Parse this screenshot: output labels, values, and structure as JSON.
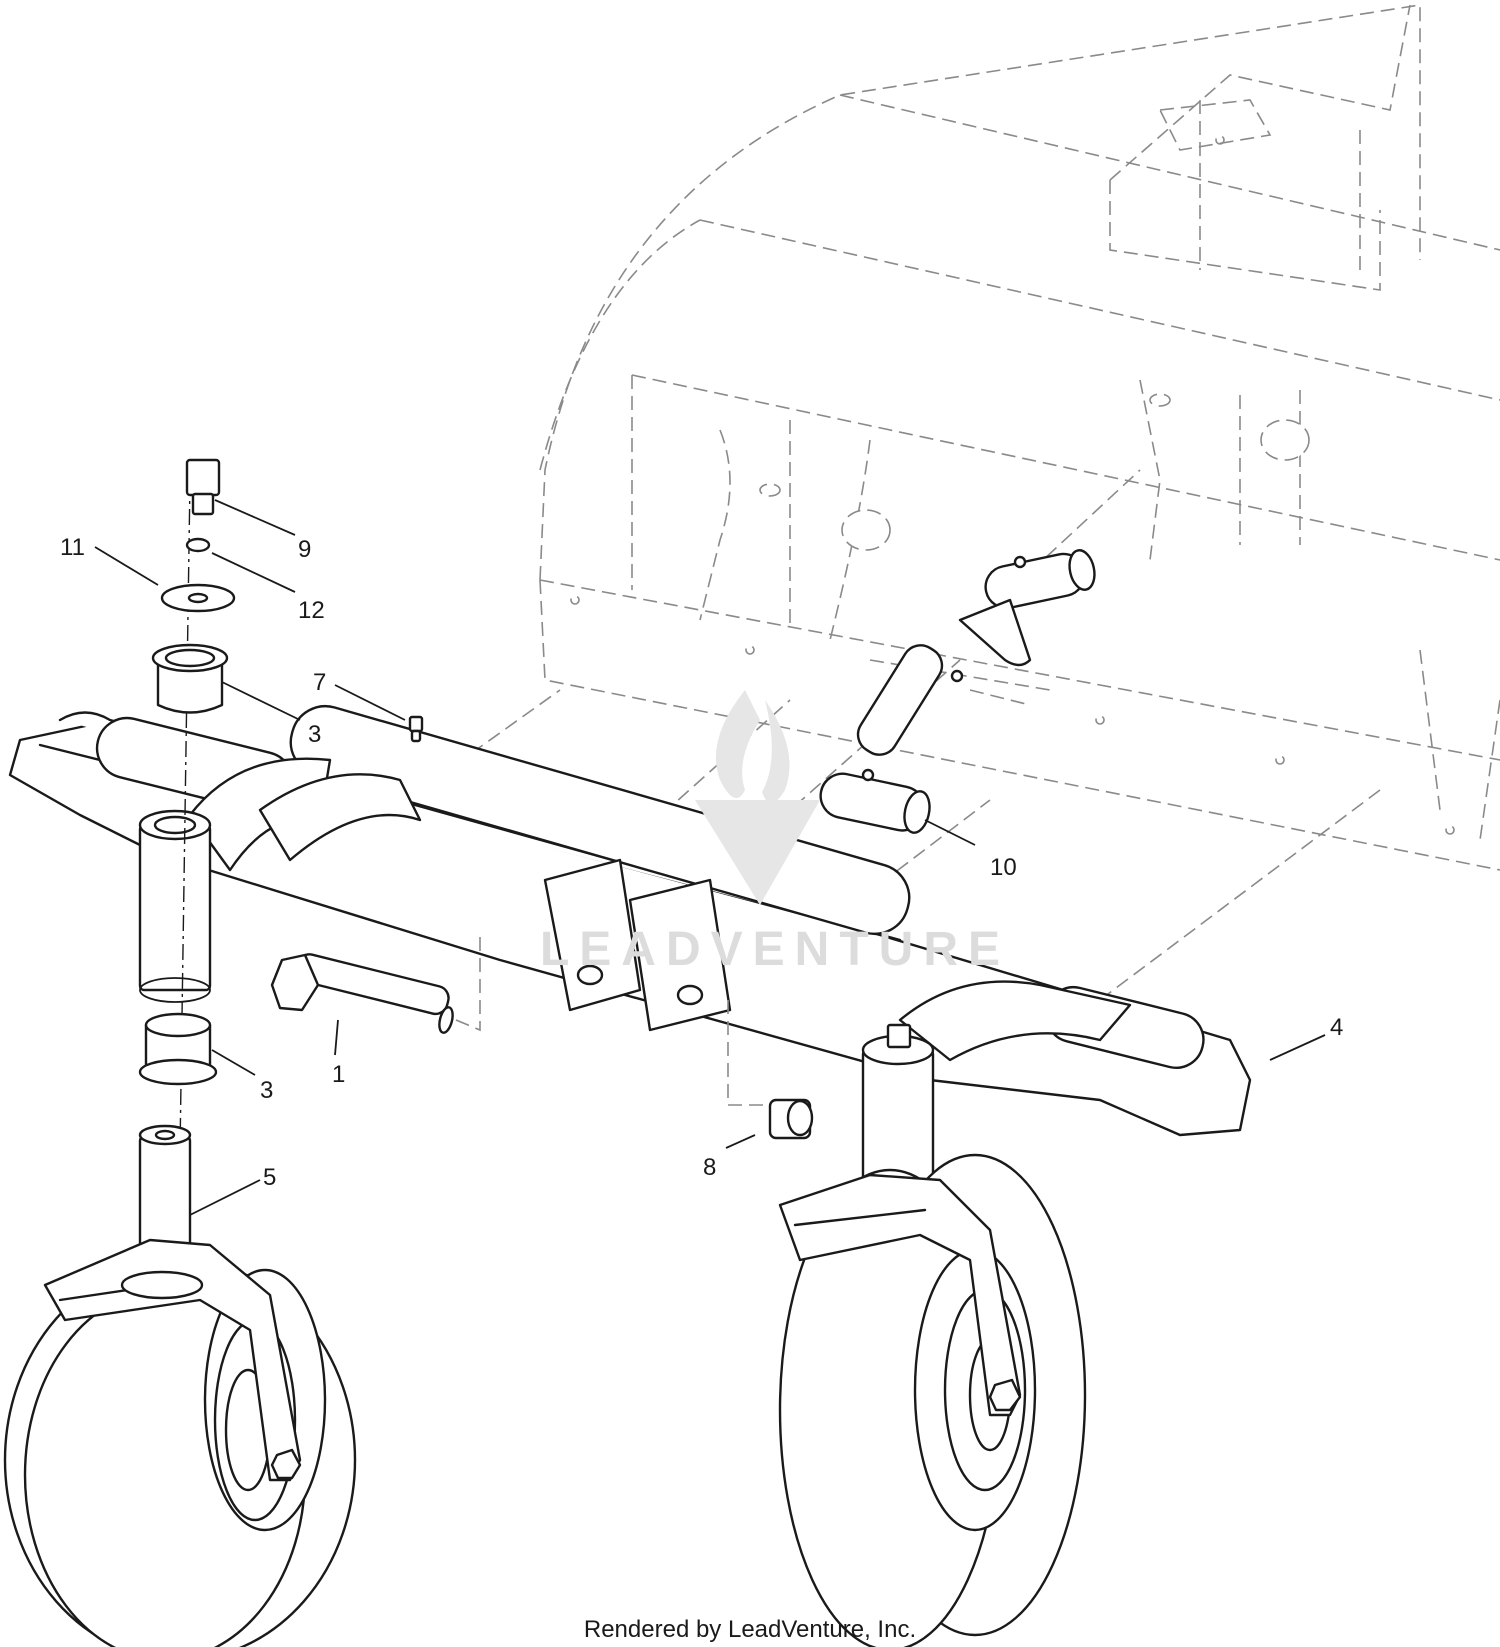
{
  "footer": {
    "text": "Rendered by LeadVenture, Inc."
  },
  "watermark": {
    "text": "LEADVENTURE",
    "color": "#dcdcdc"
  },
  "callouts": [
    {
      "id": "callout-9",
      "label": "9"
    },
    {
      "id": "callout-12",
      "label": "12"
    },
    {
      "id": "callout-11",
      "label": "11"
    },
    {
      "id": "callout-3a",
      "label": "3"
    },
    {
      "id": "callout-7",
      "label": "7"
    },
    {
      "id": "callout-3b",
      "label": "3"
    },
    {
      "id": "callout-1",
      "label": "1"
    },
    {
      "id": "callout-5",
      "label": "5"
    },
    {
      "id": "callout-10",
      "label": "10"
    },
    {
      "id": "callout-4",
      "label": "4"
    },
    {
      "id": "callout-8",
      "label": "8"
    }
  ]
}
